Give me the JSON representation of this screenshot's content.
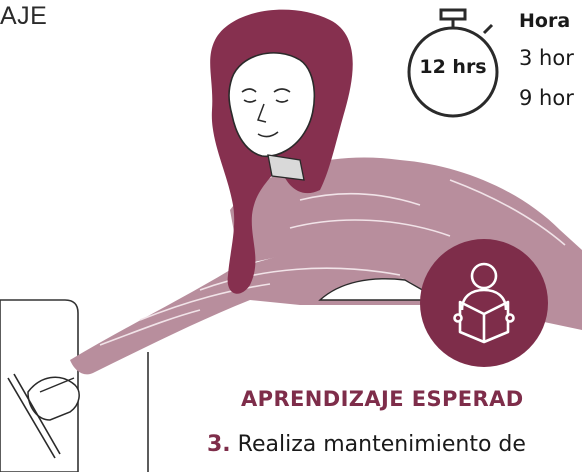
{
  "section_fragment": "AJE",
  "hours": {
    "timer_label": "12 hrs",
    "title": "Hora",
    "line_1": "3 hor",
    "line_2": "9 hor"
  },
  "learning": {
    "heading": "APRENDIZAJE ESPERAD",
    "number": "3.",
    "text": " Realiza mantenimiento de"
  },
  "colors": {
    "accent": "#7e2d4a",
    "sweater": "#b88e9d",
    "hair": "#86304f"
  },
  "icons": [
    "stopwatch-icon",
    "reading-person-icon"
  ]
}
